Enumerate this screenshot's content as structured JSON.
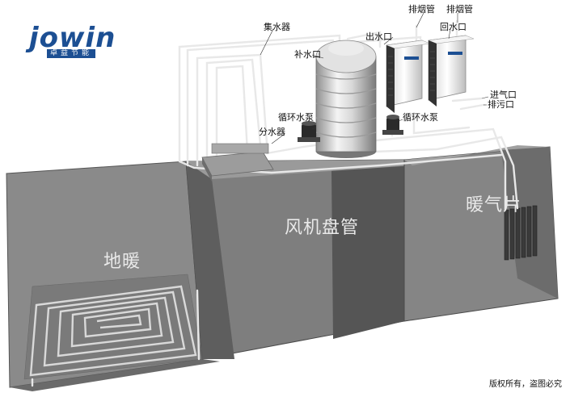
{
  "logo": {
    "word": "jowin",
    "sub": "卓益节能"
  },
  "labels": {
    "collector": "集水器",
    "make_up_inlet": "补水口",
    "outlet": "出水口",
    "flue_left": "排烟管",
    "flue_right": "排烟管",
    "return_inlet": "回水口",
    "air_inlet": "进气口",
    "drain": "排污口",
    "pump_left": "循环水泵",
    "pump_right": "循环水泵",
    "distributor": "分水器"
  },
  "rooms": {
    "floor_heating": "地暖",
    "fan_coil": "风机盘管",
    "radiator": "暖气片"
  },
  "copyright": "版权所有，盗图必究",
  "colors": {
    "room_wall": "#7c7c7c",
    "room_floor": "#5c5c5c",
    "pipe": "#e6e6e6",
    "boiler": "#f0f0f0",
    "logo_blue": "#1c4f93"
  }
}
